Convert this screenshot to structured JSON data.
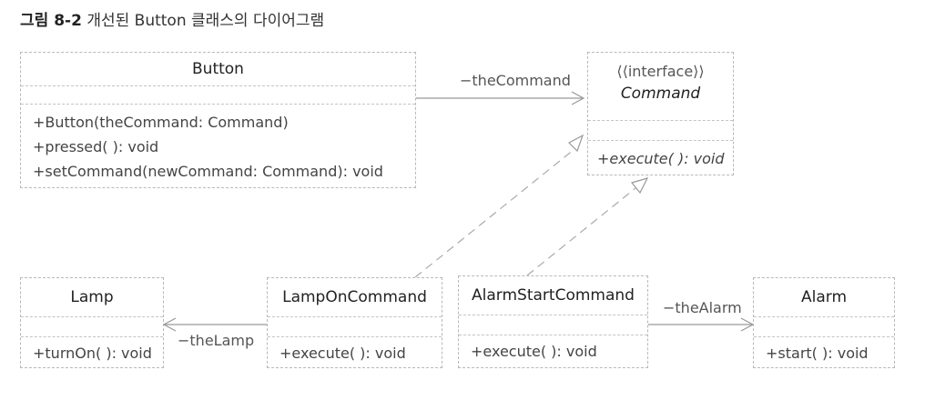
{
  "caption": {
    "figure": "그림 8-2",
    "title": "개선된 Button 클래스의 다이어그램"
  },
  "classes": {
    "button": {
      "name": "Button",
      "methods": [
        "+Button(theCommand: Command)",
        "+pressed( ): void",
        "+setCommand(newCommand: Command): void"
      ]
    },
    "command": {
      "stereotype": "⟨⟨interface⟩⟩",
      "name": "Command",
      "methods": [
        "+execute( ): void"
      ]
    },
    "lamp": {
      "name": "Lamp",
      "methods": [
        "+turnOn( ): void"
      ]
    },
    "lamp_on_command": {
      "name": "LampOnCommand",
      "methods": [
        "+execute( ): void"
      ]
    },
    "alarm_start_command": {
      "name": "AlarmStartCommand",
      "methods": [
        "+execute( ): void"
      ]
    },
    "alarm": {
      "name": "Alarm",
      "methods": [
        "+start( ): void"
      ]
    }
  },
  "relations": {
    "button_command": "−theCommand",
    "lamponcommand_lamp": "−theLamp",
    "alarmstartcommand_alarm": "−theAlarm"
  }
}
